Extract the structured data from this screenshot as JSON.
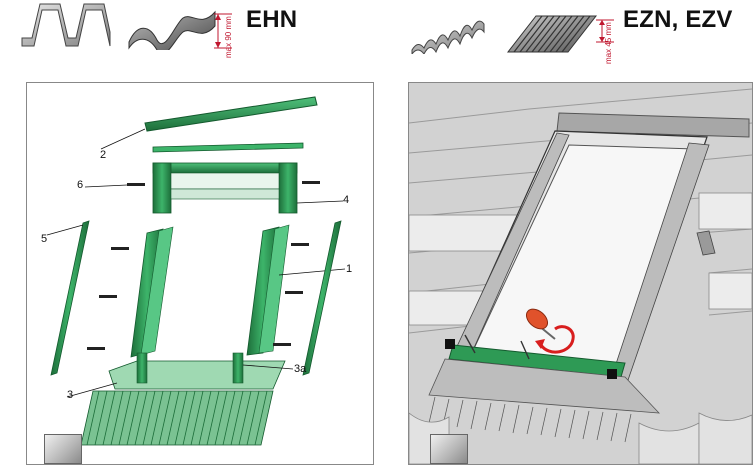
{
  "headings": {
    "left_label": "EHN",
    "right_label": "EZN, EZV",
    "left_dim": "max 90 mm",
    "right_dim": "max 45 mm"
  },
  "callouts": {
    "c1": "1",
    "c2": "2",
    "c3": "3",
    "c3a": "3a",
    "c4": "4",
    "c5": "5",
    "c6": "6"
  },
  "colors": {
    "flashing_green": "#2e9a55",
    "flashing_dark": "#1d6e3a",
    "roof_gray": "#c9c9c9",
    "dim_red": "#c0172f",
    "screwdriver": "#e0522b"
  }
}
